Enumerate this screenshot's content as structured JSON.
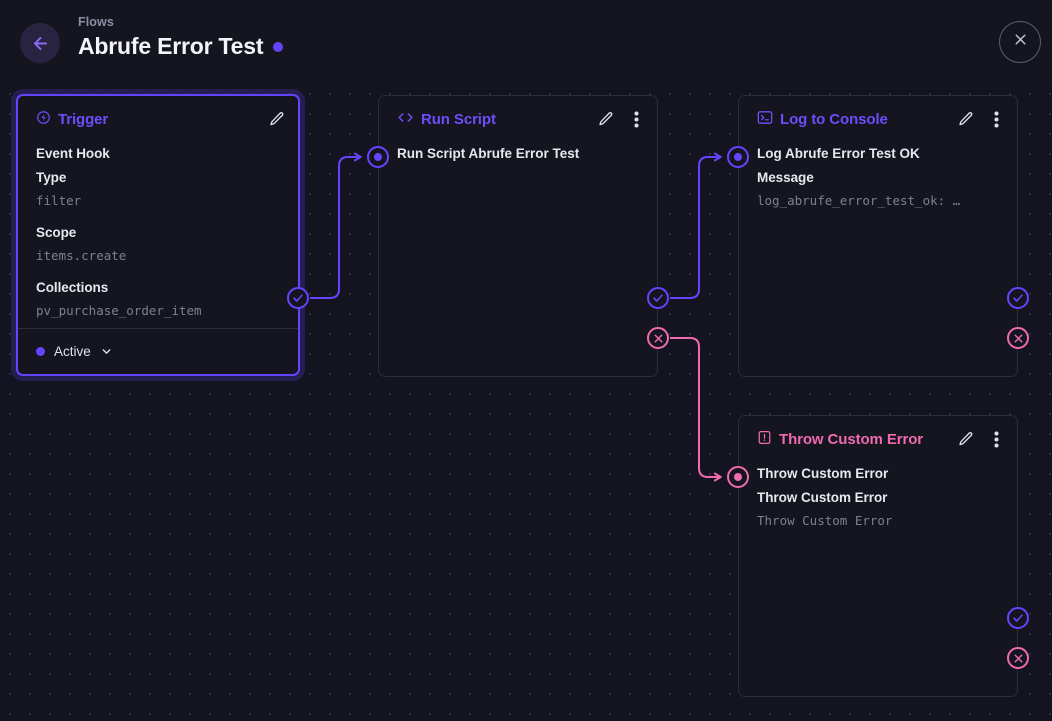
{
  "header": {
    "breadcrumb": "Flows",
    "title": "Abrufe Error Test",
    "status_dot_color": "#6644ff",
    "back_icon": "arrow-left-icon",
    "close_icon": "close-icon"
  },
  "colors": {
    "accent_purple": "#6644ff",
    "accent_pink": "#f06ab0",
    "canvas_bg": "#131420",
    "panel_bg": "#14151f",
    "panel_border": "#2b2d3c"
  },
  "nodes": [
    {
      "id": "trigger",
      "type_label": "Trigger",
      "type_icon": "bolt-circle-icon",
      "accent": "purple",
      "selected": true,
      "edit_icon": "pencil-icon",
      "has_menu": false,
      "fields": [
        {
          "kind": "label",
          "text": "Event Hook"
        },
        {
          "kind": "label",
          "text": "Type"
        },
        {
          "kind": "value",
          "text": "filter"
        },
        {
          "kind": "label",
          "text": "Scope"
        },
        {
          "kind": "value",
          "text": "items.create"
        },
        {
          "kind": "label",
          "text": "Collections"
        },
        {
          "kind": "value",
          "text": "pv_purchase_order_item"
        }
      ],
      "footer": {
        "status": "Active",
        "chevron": "chevron-down-icon"
      }
    },
    {
      "id": "run-script",
      "type_label": "Run Script",
      "type_icon": "code-brackets-icon",
      "accent": "purple",
      "selected": false,
      "edit_icon": "pencil-icon",
      "has_menu": true,
      "menu_icon": "more-vertical-icon",
      "fields": [
        {
          "kind": "plain",
          "text": "Run Script Abrufe Error Test"
        }
      ]
    },
    {
      "id": "log-to-console",
      "type_label": "Log to Console",
      "type_icon": "terminal-icon",
      "accent": "purple",
      "selected": false,
      "edit_icon": "pencil-icon",
      "has_menu": true,
      "menu_icon": "more-vertical-icon",
      "fields": [
        {
          "kind": "plain",
          "text": "Log Abrufe Error Test OK"
        },
        {
          "kind": "label",
          "text": "Message"
        },
        {
          "kind": "value",
          "text": "log_abrufe_error_test_ok: …"
        }
      ]
    },
    {
      "id": "throw-custom-error",
      "type_label": "Throw Custom Error",
      "type_icon": "alert-box-icon",
      "accent": "pink",
      "selected": false,
      "edit_icon": "pencil-icon",
      "has_menu": true,
      "menu_icon": "more-vertical-icon",
      "fields": [
        {
          "kind": "plain",
          "text": "Throw Custom Error"
        },
        {
          "kind": "label",
          "text": "Throw Custom Error"
        },
        {
          "kind": "value",
          "text": "Throw Custom Error"
        }
      ]
    }
  ],
  "ports": {
    "trigger_success": "success-port",
    "run_script_input": "input-port",
    "run_script_success": "success-port",
    "run_script_reject": "reject-port",
    "log_console_input": "input-port",
    "log_console_success": "success-port",
    "log_console_reject": "reject-port",
    "throw_error_input": "input-port",
    "throw_error_success": "success-port",
    "throw_error_reject": "reject-port"
  }
}
